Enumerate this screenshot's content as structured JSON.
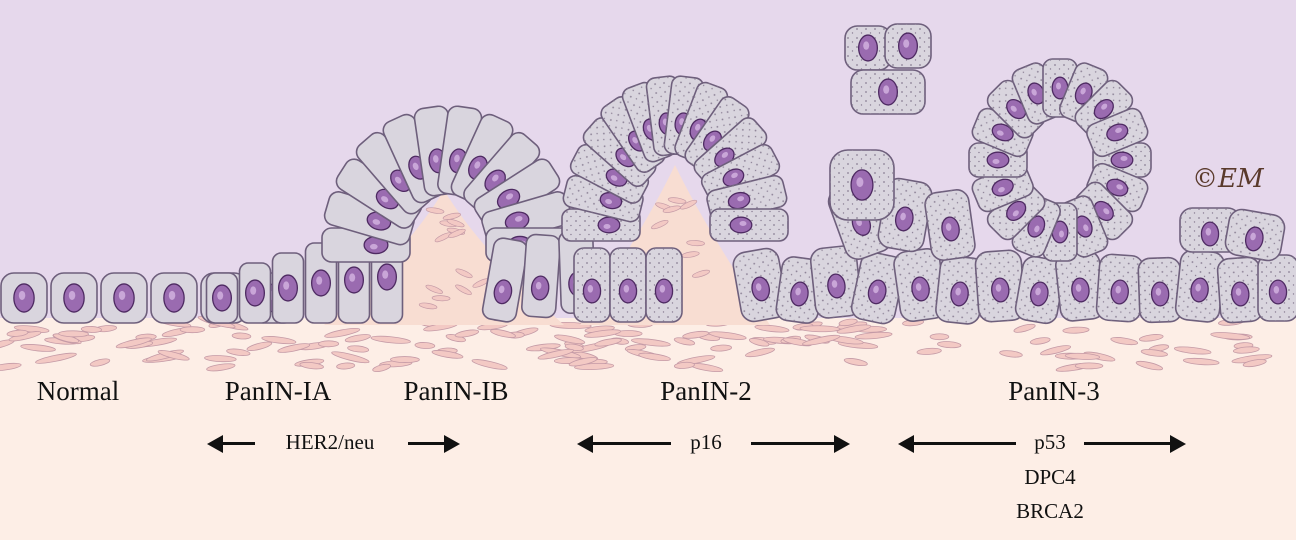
{
  "colors": {
    "lumen": "#e6d8ec",
    "stroma": "#fdeee6",
    "cell_fill": "#d9d5de",
    "cell_stroke": "#6e5f7c",
    "nucleus": "#9a6bb0",
    "nucleus_stroke": "#4e2a62"
  },
  "stages": [
    {
      "id": "normal",
      "label": "Normal"
    },
    {
      "id": "panin-1a",
      "label": "PanIN-IA"
    },
    {
      "id": "panin-1b",
      "label": "PanIN-IB"
    },
    {
      "id": "panin-2",
      "label": "PanIN-2"
    },
    {
      "id": "panin-3",
      "label": "PanIN-3"
    }
  ],
  "markers": [
    {
      "id": "her2",
      "label": "HER2/neu"
    },
    {
      "id": "p16",
      "label": "p16"
    },
    {
      "id": "p53",
      "label": "p53"
    },
    {
      "id": "dpc4",
      "label": "DPC4"
    },
    {
      "id": "brca2",
      "label": "BRCA2"
    }
  ],
  "copyright": "©EM"
}
